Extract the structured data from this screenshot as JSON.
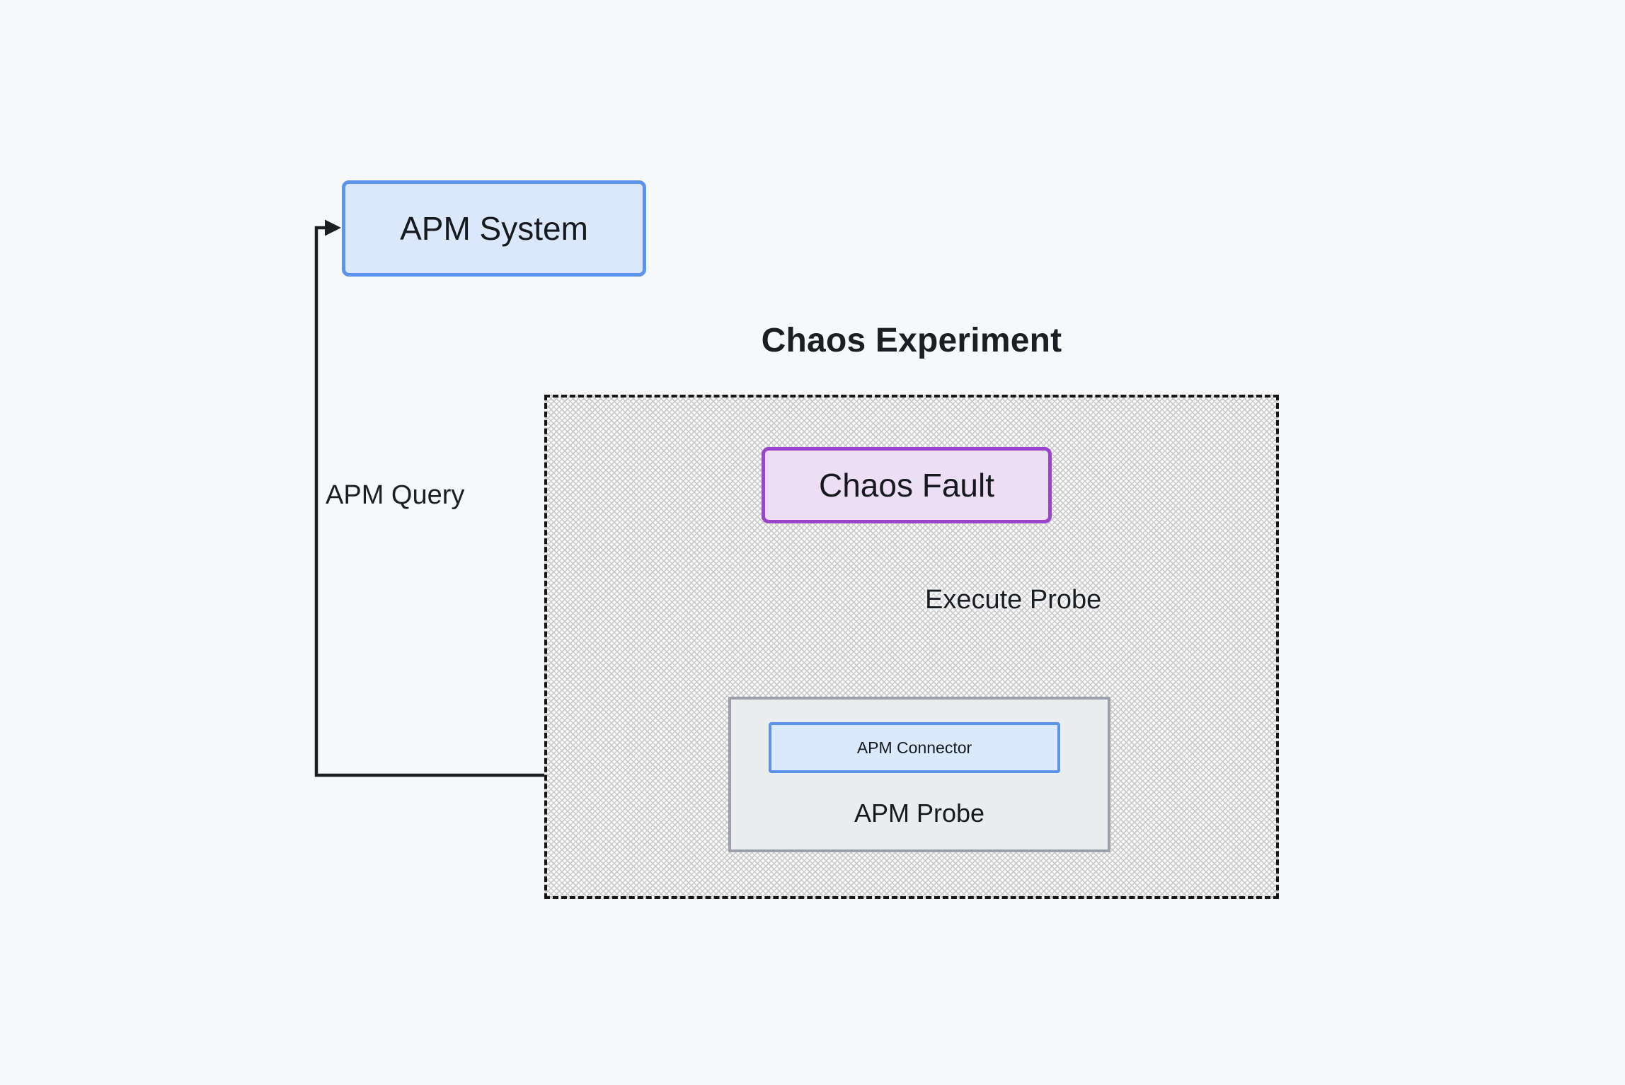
{
  "diagram": {
    "groups": {
      "chaos_experiment": {
        "label": "Chaos Experiment"
      }
    },
    "nodes": {
      "apm_system": {
        "label": "APM System"
      },
      "chaos_fault": {
        "label": "Chaos Fault"
      },
      "apm_probe": {
        "label": "APM Probe"
      },
      "apm_connector": {
        "label": "APM Connector"
      }
    },
    "edges": {
      "execute_probe": {
        "label": "Execute Probe",
        "from": "chaos_fault",
        "to": "apm_probe"
      },
      "apm_query": {
        "label": "APM Query",
        "from": "apm_probe",
        "to": "apm_system"
      }
    },
    "palette": {
      "background": "#f7f8fa",
      "blue_node_fill": "#dbe8fb",
      "blue_node_border": "#5b94ea",
      "purple_node_fill": "#ecdef5",
      "purple_node_border": "#9b45cc",
      "gray_node_fill": "#ebecee",
      "gray_node_border": "#9aa1ab",
      "group_hatch_line": "#c9cacb",
      "group_dash_border": "#161616",
      "edge_line": "#1b1f23",
      "text": "#16191d"
    }
  }
}
